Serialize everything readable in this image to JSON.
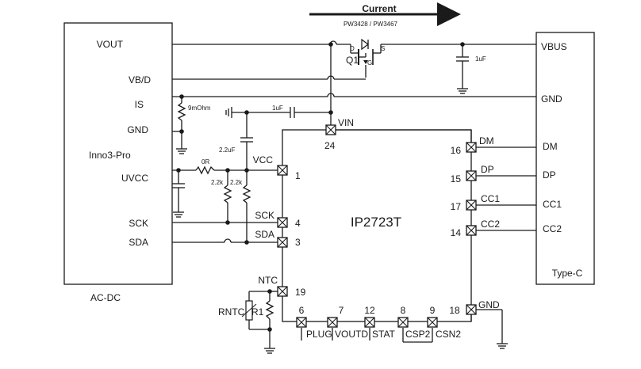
{
  "diagram": {
    "current_label": "Current",
    "mosfet_part": "PW3428 / PW3467",
    "mosfet_ref": "Q1",
    "mosfet_pins": {
      "d": "D",
      "s": "S",
      "g": "G"
    },
    "acdc": {
      "name": "Inno3-Pro",
      "caption": "AC-DC",
      "pins": [
        "VOUT",
        "VB/D",
        "IS",
        "GND",
        "UVCC",
        "SCK",
        "SDA"
      ]
    },
    "typec": {
      "caption": "Type-C",
      "pins": [
        "VBUS",
        "GND",
        "DM",
        "DP",
        "CC1",
        "CC2"
      ]
    },
    "chip": {
      "name": "IP2723T",
      "pins": {
        "vin": {
          "name": "VIN",
          "num": "24"
        },
        "vcc": {
          "name": "VCC",
          "num": "1"
        },
        "sck": {
          "name": "SCK",
          "num": "4"
        },
        "sda": {
          "name": "SDA",
          "num": "3"
        },
        "ntc": {
          "name": "NTC",
          "num": "19"
        },
        "plug": {
          "name": "PLUG",
          "num": "6"
        },
        "voutd": {
          "name": "VOUTD",
          "num": "7"
        },
        "stat": {
          "name": "STAT",
          "num": "12"
        },
        "csp2": {
          "name": "CSP2",
          "num": "8"
        },
        "csn2": {
          "name": "CSN2",
          "num": "9"
        },
        "gnd": {
          "name": "GND",
          "num": "18"
        },
        "dm": {
          "name": "DM",
          "num": "16"
        },
        "dp": {
          "name": "DP",
          "num": "15"
        },
        "cc1": {
          "name": "CC1",
          "num": "17"
        },
        "cc2": {
          "name": "CC2",
          "num": "14"
        }
      }
    },
    "components": {
      "cap_vbus": "1uF",
      "cap_vin": "1uF",
      "cap_vcc": "2.2uF",
      "res_is": "9mOhm",
      "res_0r": "0R",
      "res_pull1": "2.2k",
      "res_pull2": "2.2k",
      "rntc": "RNTC",
      "r1": "R1"
    }
  }
}
